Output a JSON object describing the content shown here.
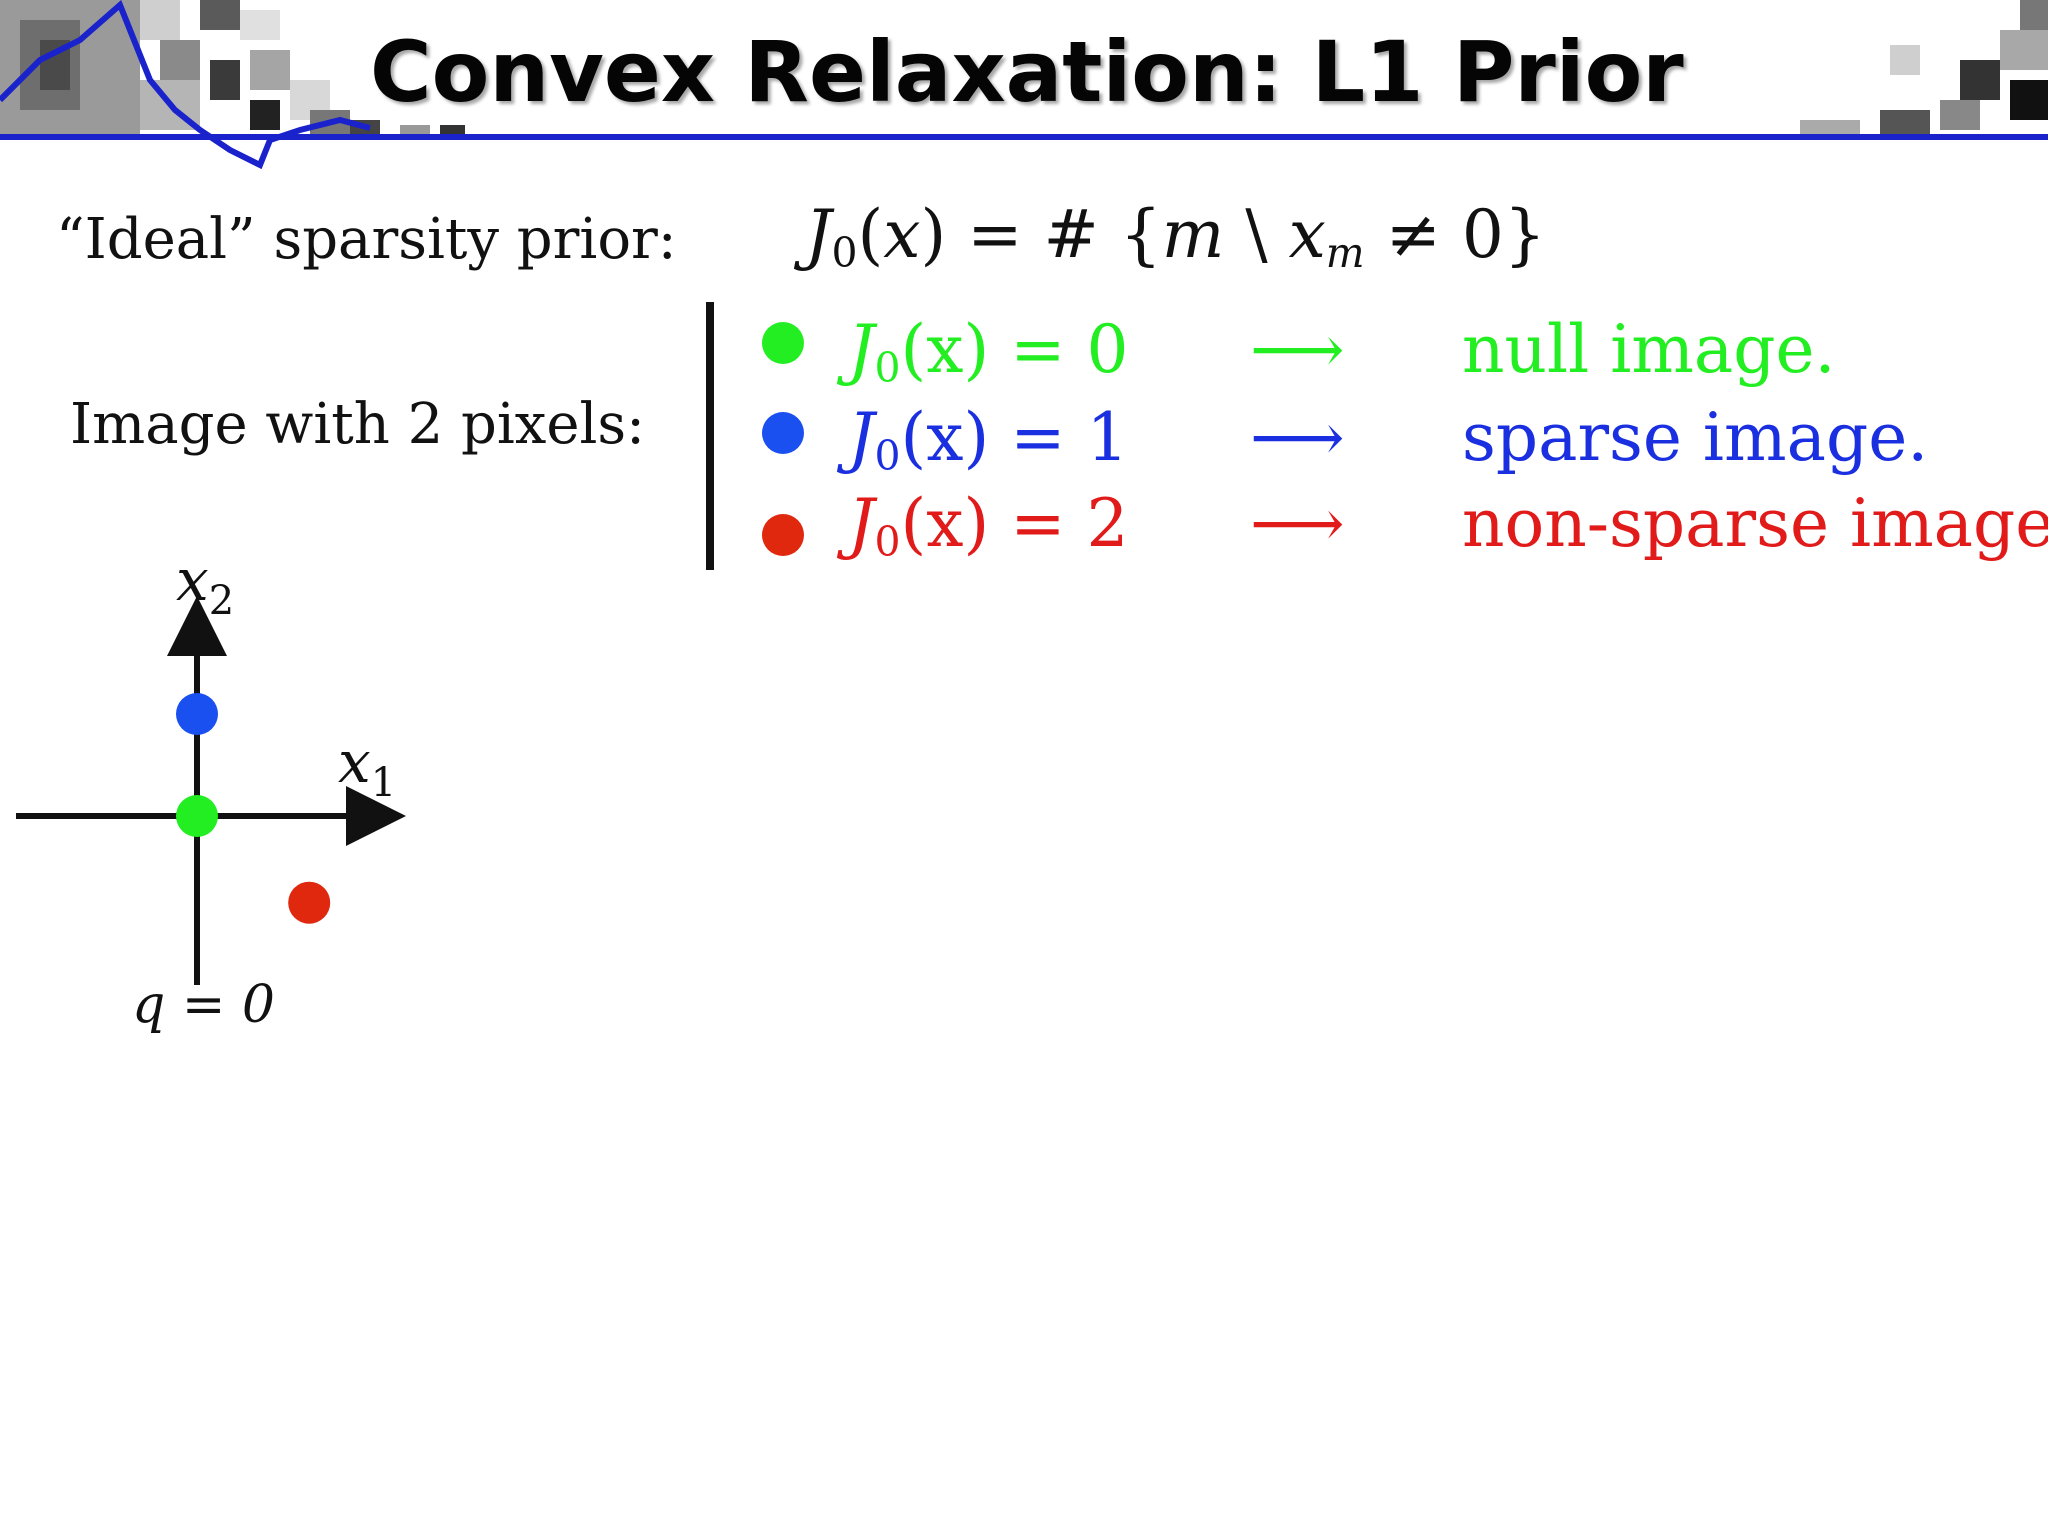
{
  "slide": {
    "title": "Convex Relaxation: L1 Prior"
  },
  "ideal_prior": {
    "label": "“Ideal” sparsity prior:",
    "formula": {
      "J": "J",
      "sub": "0",
      "open": "(",
      "x": "x",
      "close_eq": ") = # {",
      "m": "m",
      "sep": " \\ ",
      "xm": "x",
      "xm_sub": "m",
      "tail": " ≠ 0}"
    }
  },
  "pixels_example": {
    "label": "Image with 2 pixels:",
    "items": [
      {
        "J": "J",
        "sub": "0",
        "arg": "(x)",
        "eq": " = 0",
        "arrow": "⟶",
        "description": "null image.",
        "color": "#22ee22"
      },
      {
        "J": "J",
        "sub": "0",
        "arg": "(x)",
        "eq": " = 1",
        "arrow": "⟶",
        "description": "sparse image.",
        "color": "#1a2fe0"
      },
      {
        "J": "J",
        "sub": "0",
        "arg": "(x)",
        "eq": " = 2",
        "arrow": "⟶",
        "description": "non-sparse image.",
        "color": "#e11a1a"
      }
    ]
  },
  "axis_plot": {
    "x_label": "x",
    "x_label_sub": "1",
    "y_label": "x",
    "y_label_sub": "2",
    "caption": "q = 0",
    "points": [
      {
        "name": "origin-point",
        "x": 0,
        "y": 0,
        "color": "#22ee22"
      },
      {
        "name": "on-axis-point",
        "x": 0,
        "y": 1,
        "color": "#1a4ff0"
      },
      {
        "name": "off-axis-point",
        "x": 1.1,
        "y": -0.85,
        "color": "#e0280e"
      }
    ]
  },
  "colors": {
    "header_line": "#1a22cc",
    "text": "#111111"
  }
}
